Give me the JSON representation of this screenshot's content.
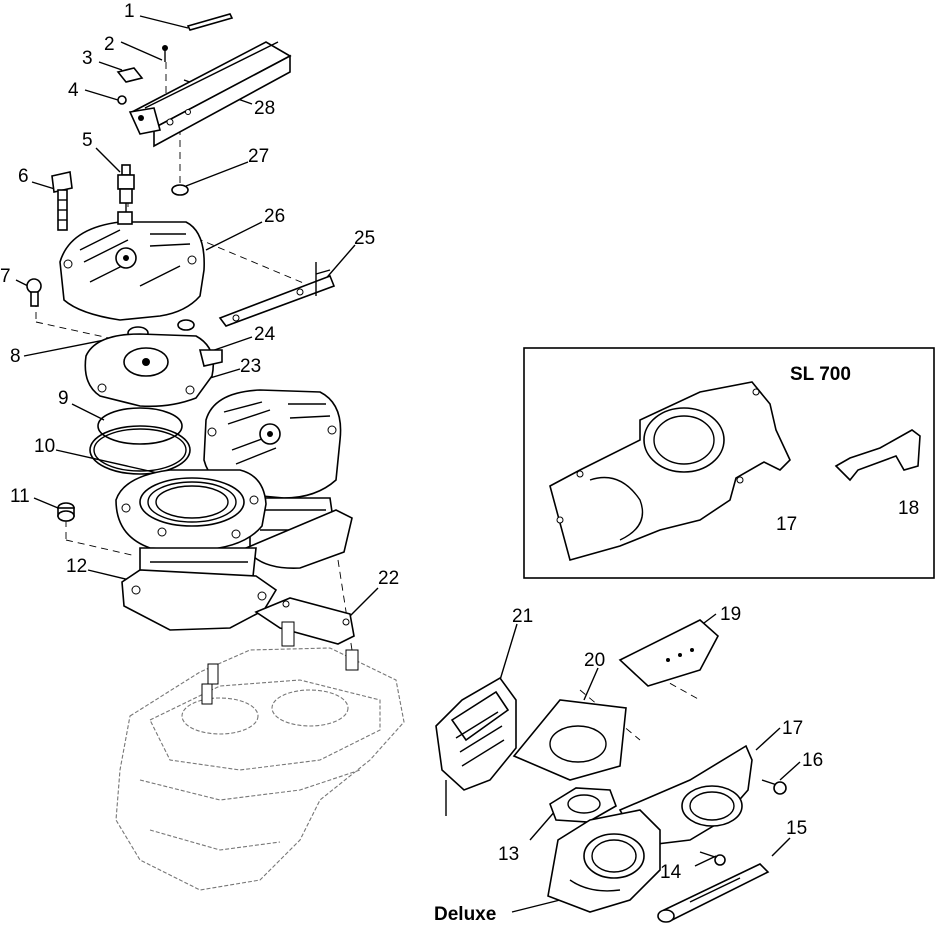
{
  "labels": [
    {
      "id": "1",
      "text": "1"
    },
    {
      "id": "2",
      "text": "2"
    },
    {
      "id": "3",
      "text": "3"
    },
    {
      "id": "4",
      "text": "4"
    },
    {
      "id": "5",
      "text": "5"
    },
    {
      "id": "6",
      "text": "6"
    },
    {
      "id": "7",
      "text": "7"
    },
    {
      "id": "8",
      "text": "8"
    },
    {
      "id": "9",
      "text": "9"
    },
    {
      "id": "10",
      "text": "10"
    },
    {
      "id": "11",
      "text": "11"
    },
    {
      "id": "12",
      "text": "12"
    },
    {
      "id": "13",
      "text": "13"
    },
    {
      "id": "14",
      "text": "14"
    },
    {
      "id": "15",
      "text": "15"
    },
    {
      "id": "16",
      "text": "16"
    },
    {
      "id": "17",
      "text": "17"
    },
    {
      "id": "17b",
      "text": "17"
    },
    {
      "id": "18",
      "text": "18"
    },
    {
      "id": "19",
      "text": "19"
    },
    {
      "id": "20",
      "text": "20"
    },
    {
      "id": "21",
      "text": "21"
    },
    {
      "id": "22",
      "text": "22"
    },
    {
      "id": "23",
      "text": "23"
    },
    {
      "id": "24",
      "text": "24"
    },
    {
      "id": "25",
      "text": "25"
    },
    {
      "id": "26",
      "text": "26"
    },
    {
      "id": "27",
      "text": "27"
    },
    {
      "id": "28",
      "text": "28"
    }
  ],
  "inset": {
    "title": "SL 700"
  },
  "variant": {
    "deluxe_label": "Deluxe"
  }
}
